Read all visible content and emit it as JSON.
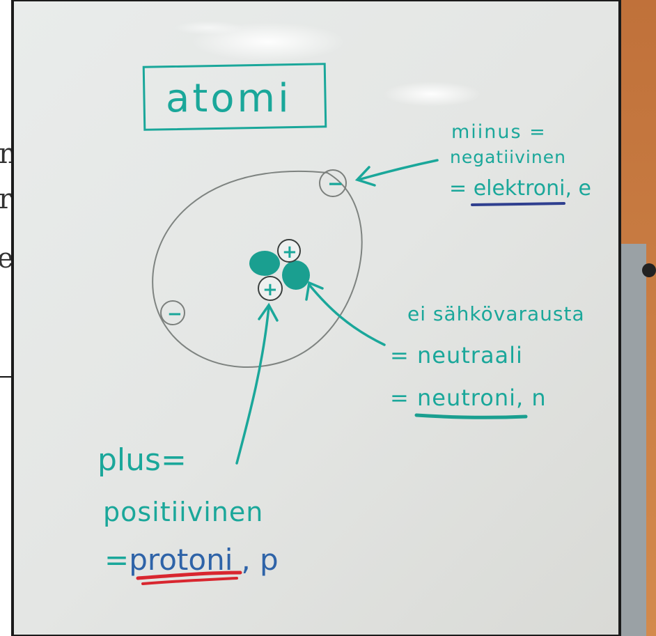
{
  "colors": {
    "marker_teal": "#1aa79a",
    "marker_blue": "#2e63a8",
    "marker_red": "#d8262f",
    "marker_navy": "#2f3f8f",
    "board": "#eceeed",
    "wall": "#c97a3f"
  },
  "board": {
    "title": "atomi",
    "electron": {
      "line1": "miinus =",
      "line2": "negatiivinen",
      "prefix": "= ",
      "word": "elektroni",
      "suffix": ", e"
    },
    "neutron": {
      "note": "ei sähkövarausta",
      "line1": "= neutraali",
      "prefix": "= ",
      "word": "neutroni",
      "suffix": ", n"
    },
    "proton": {
      "line1": "plus=",
      "line2": "positiivinen",
      "prefix": "=",
      "word": "protoni",
      "suffix": ", p"
    },
    "symbols": {
      "minus": "−",
      "plus": "+"
    }
  },
  "background_text": {
    "left_letters": [
      "n",
      "r",
      "e"
    ]
  }
}
